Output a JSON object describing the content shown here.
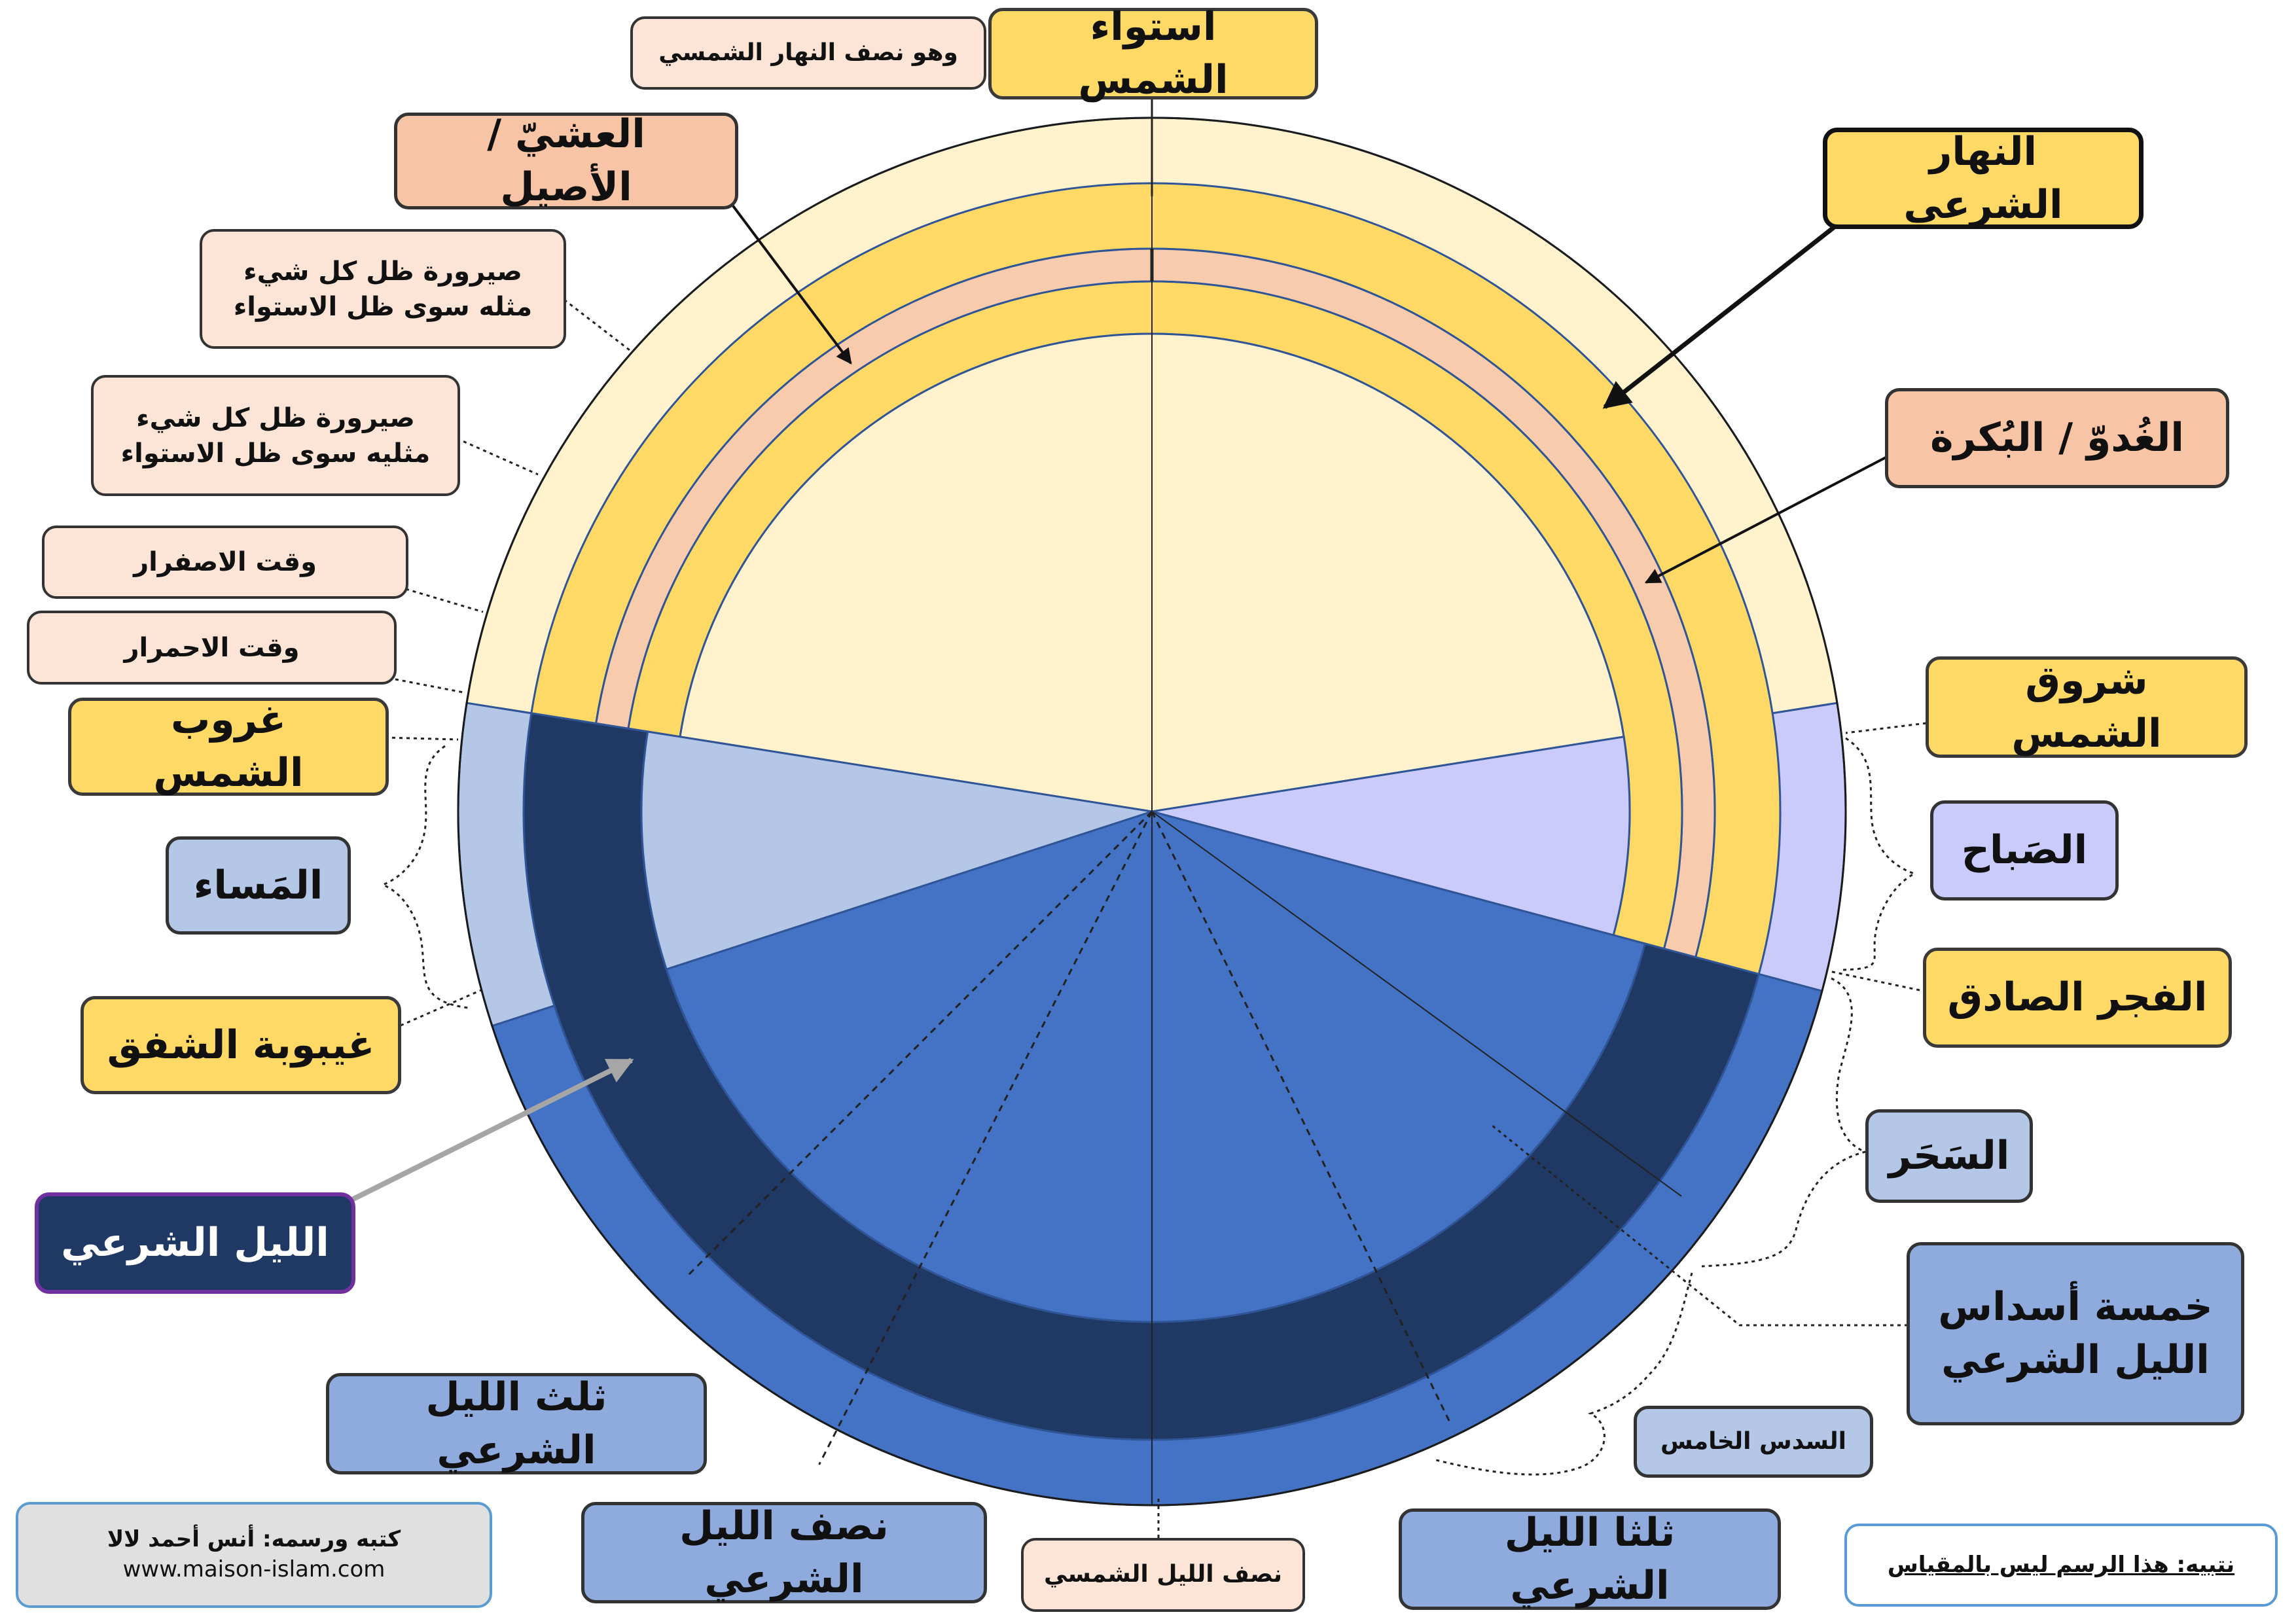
{
  "labels": {
    "zenith": "استواء الشمس",
    "zenith_note": "وهو نصف النهار الشمسي",
    "afternoon": "العشيّ / الأصيل",
    "shadow_one": "صيرورة ظل كل شيء مثله سوى ظل الاستواء",
    "shadow_two": "صيرورة ظل كل شيء مثليه سوى ظل الاستواء",
    "yellowing": "وقت الاصفرار",
    "reddening": "وقت الاحمرار",
    "sunset": "غروب الشمس",
    "evening": "المَساء",
    "twilight_end": "غيبوبة الشفق",
    "shari_night": "الليل الشرعي",
    "third_night": "ثلث الليل الشرعي",
    "half_night": "نصف الليل الشرعي",
    "solar_midnight": "نصف الليل الشمسي",
    "two_thirds_night": "ثلثا الليل الشرعي",
    "fifth_sixth": "السدس الخامس",
    "five_sixths": "خمسة أسداس الليل الشرعي",
    "predawn": "السَحَر",
    "true_dawn": "الفجر الصادق",
    "morning": "الصَباح",
    "sunrise": "شروق الشمس",
    "forenoon": "الغُدوّ / البُكرة",
    "shari_day": "النهار الشرعي"
  },
  "credit": {
    "line1": "كتبه ورسمه: أنس أحمد لالا",
    "line2": "www.maison-islam.com"
  },
  "note": "نتبيه: هذا الرسم ليس بالمقياس",
  "colors": {
    "sky_day": "#fff2cc",
    "shari_day_ring": "#ffd966",
    "forenoon_ring": "#f8cbad",
    "morning_zone": "#cbcbfb",
    "evening_zone": "#b4c7e7",
    "night_zone": "#4472c4",
    "shari_night_ring": "#203864",
    "outline": "#2f5597"
  }
}
